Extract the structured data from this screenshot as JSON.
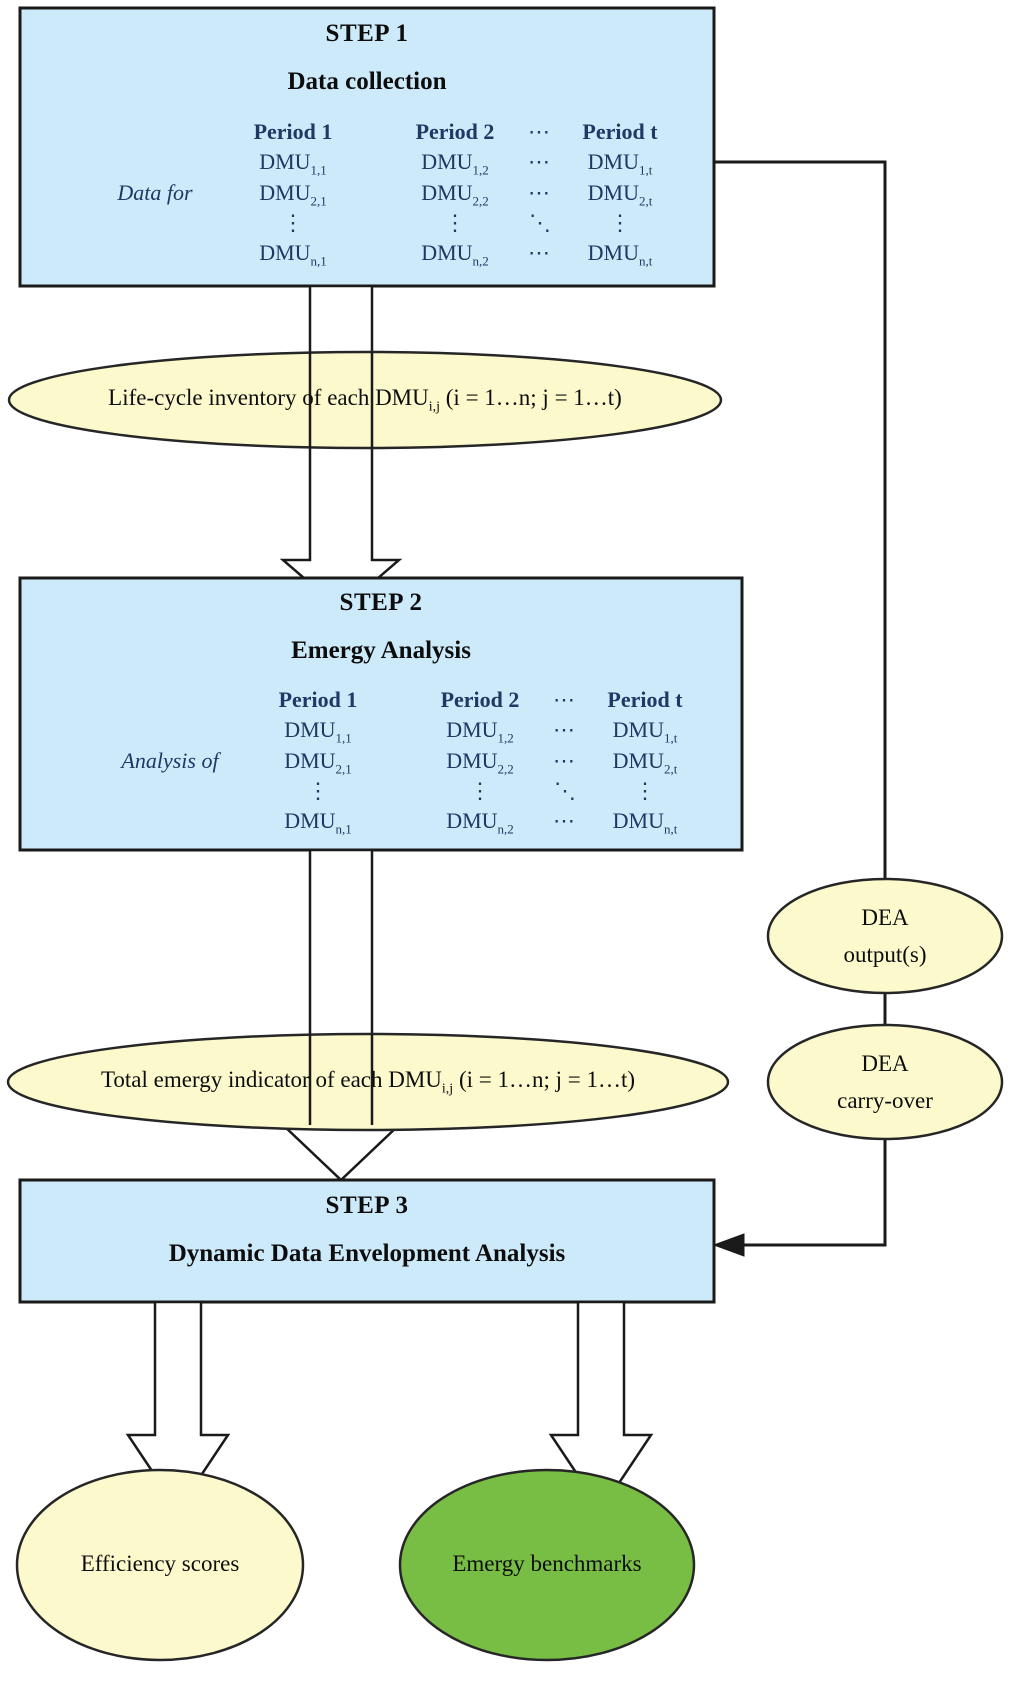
{
  "diagram": {
    "title": "Emergy-based Dynamic DEA methodology flowchart",
    "colors": {
      "step_box_fill": "#cdeafb",
      "step_box_stroke": "#1a1a1a",
      "ellipse_fill": "#fcfacd",
      "ellipse_stroke": "#262626",
      "ellipse_green_fill": "#78bd44",
      "arrow_fill": "#ffffff",
      "arrow_stroke": "#1a1a1a",
      "header_text": "#1f3864",
      "body_text": "#0d0d0d"
    },
    "steps": [
      {
        "id": "step1",
        "label": "STEP 1",
        "subtitle": "Data collection",
        "row_label": "Data for",
        "headers": [
          "Period 1",
          "Period 2",
          "⋯",
          "Period t"
        ],
        "rows": [
          [
            "DMU",
            "1,1",
            "DMU",
            "1,2",
            "⋯",
            "DMU",
            "1,t"
          ],
          [
            "DMU",
            "2,1",
            "DMU",
            "2,2",
            "⋯",
            "DMU",
            "2,t"
          ],
          [
            "⋮",
            "",
            "⋮",
            "",
            "⋱",
            "⋮",
            ""
          ],
          [
            "DMU",
            "n,1",
            "DMU",
            "n,2",
            "⋯",
            "DMU",
            "n,t"
          ]
        ]
      },
      {
        "id": "step2",
        "label": "STEP 2",
        "subtitle": "Emergy Analysis",
        "row_label": "Analysis of",
        "headers": [
          "Period 1",
          "Period 2",
          "⋯",
          "Period t"
        ],
        "rows": [
          [
            "DMU",
            "1,1",
            "DMU",
            "1,2",
            "⋯",
            "DMU",
            "1,t"
          ],
          [
            "DMU",
            "2,1",
            "DMU",
            "2,2",
            "⋯",
            "DMU",
            "2,t"
          ],
          [
            "⋮",
            "",
            "⋮",
            "",
            "⋱",
            "⋮",
            ""
          ],
          [
            "DMU",
            "n,1",
            "DMU",
            "n,2",
            "⋯",
            "DMU",
            "n,t"
          ]
        ]
      },
      {
        "id": "step3",
        "label": "STEP 3",
        "subtitle": "Dynamic Data Envelopment Analysis",
        "row_label": "",
        "headers": [],
        "rows": []
      }
    ],
    "ellipses": {
      "lci": {
        "text_before": "Life-cycle inventory of each DMU",
        "subscript": "i,j",
        "text_after": " (i = 1…n; j = 1…t)"
      },
      "emergy_indicator": {
        "text_before": "Total emergy indicator of each DMU",
        "subscript": "i,j",
        "text_after": " (i = 1…n; j = 1…t)"
      },
      "dea_outputs": {
        "line1": "DEA",
        "line2": "output(s)"
      },
      "dea_carryover": {
        "line1": "DEA",
        "line2": "carry-over"
      },
      "efficiency_scores": {
        "line1": "Efficiency scores"
      },
      "emergy_benchmarks": {
        "line1": "Emergy benchmarks"
      }
    },
    "connectors": [
      {
        "name": "step1-to-lci-to-step2",
        "type": "block-arrow-down"
      },
      {
        "name": "step2-to-indicator-to-step3",
        "type": "block-arrow-down"
      },
      {
        "name": "step1-right-to-dea-outputs",
        "type": "line"
      },
      {
        "name": "dea-outputs-to-dea-carryover",
        "type": "line"
      },
      {
        "name": "dea-carryover-to-step3",
        "type": "line-arrow-left"
      },
      {
        "name": "step3-to-efficiency-scores",
        "type": "block-arrow-down"
      },
      {
        "name": "step3-to-emergy-benchmarks",
        "type": "block-arrow-down"
      }
    ]
  }
}
